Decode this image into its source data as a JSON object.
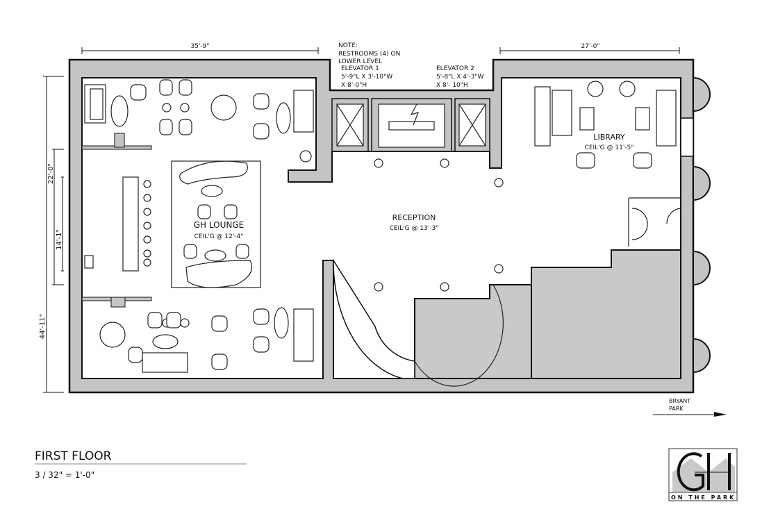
{
  "note": {
    "lines": [
      "NOTE:",
      "RESTROOMS (4) ON",
      "LOWER LEVEL"
    ]
  },
  "dimensions": {
    "left_width": "35'-9\"",
    "right_width": "27'-0\"",
    "overall_depth": "44'-11\"",
    "lounge_depth": "22'-0\"",
    "bar_length": "14'-1\""
  },
  "elevators": [
    {
      "name": "ELEVATOR 1",
      "size": "5'-9\"L X 3'-10\"W",
      "height": "X 8'-0\"H"
    },
    {
      "name": "ELEVATOR 2",
      "size": "5'-8\"L X 4'-3\"W",
      "height": "X 8'- 10\"H"
    }
  ],
  "rooms": {
    "lounge": {
      "name": "GH LOUNGE",
      "ceiling": "CEIL'G @ 12'-4\""
    },
    "reception": {
      "name": "RECEPTION",
      "ceiling": "CEIL'G @ 13'-3\""
    },
    "library": {
      "name": "LIBRARY",
      "ceiling": "CEIL'G @ 11'-5\""
    }
  },
  "direction": {
    "lines": [
      "BRYANT",
      "PARK"
    ],
    "arrow": "arrow-right"
  },
  "title": {
    "floor": "FIRST FLOOR",
    "scale": "3 / 32\" = 1'-0\""
  },
  "logo": {
    "letters": "GH",
    "tagline": "ON THE PARK"
  },
  "colors": {
    "wall": "#c4c4c4",
    "shaded_area": "#c9c9c9",
    "line": "#111111"
  }
}
